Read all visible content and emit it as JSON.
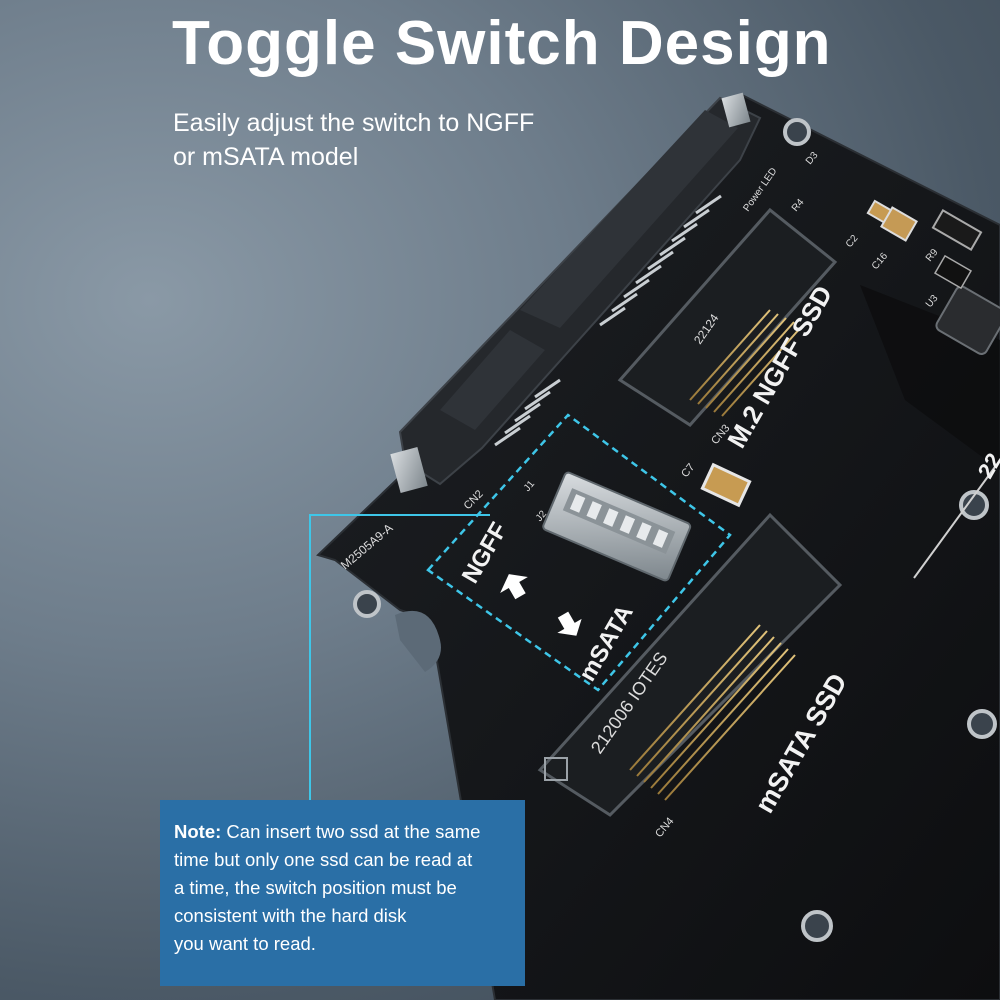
{
  "headline": "Toggle Switch Design",
  "subline": [
    "Easily adjust the switch to NGFF",
    "or mSATA model"
  ],
  "note": {
    "label": "Note:",
    "lines": [
      "Can insert two ssd at the same",
      "time but only one ssd can be read at",
      "a time, the switch position must be",
      "consistent with the hard disk",
      "you want to read."
    ]
  },
  "board": {
    "model": "M2505A9-A",
    "ngff_slot_label": "M.2  NGFF SSD",
    "msata_slot_label": "mSATA SSD",
    "switch_up_label": "NGFF",
    "switch_down_label": "mSATA",
    "power_led": "Power LED",
    "ngff_chip_code": "22124",
    "msata_chip_code": "212006 IOTES",
    "component_labels": [
      "CN2",
      "CN3",
      "CN4",
      "C7",
      "J1",
      "J2",
      "D3",
      "R4",
      "C2",
      "C16",
      "R9",
      "U3",
      "22"
    ]
  },
  "colors": {
    "pcb": "#131517",
    "callout": "#2a6fa6",
    "dashed_frame": "#3ec6e8",
    "leader_line": "#3ec6e8"
  }
}
